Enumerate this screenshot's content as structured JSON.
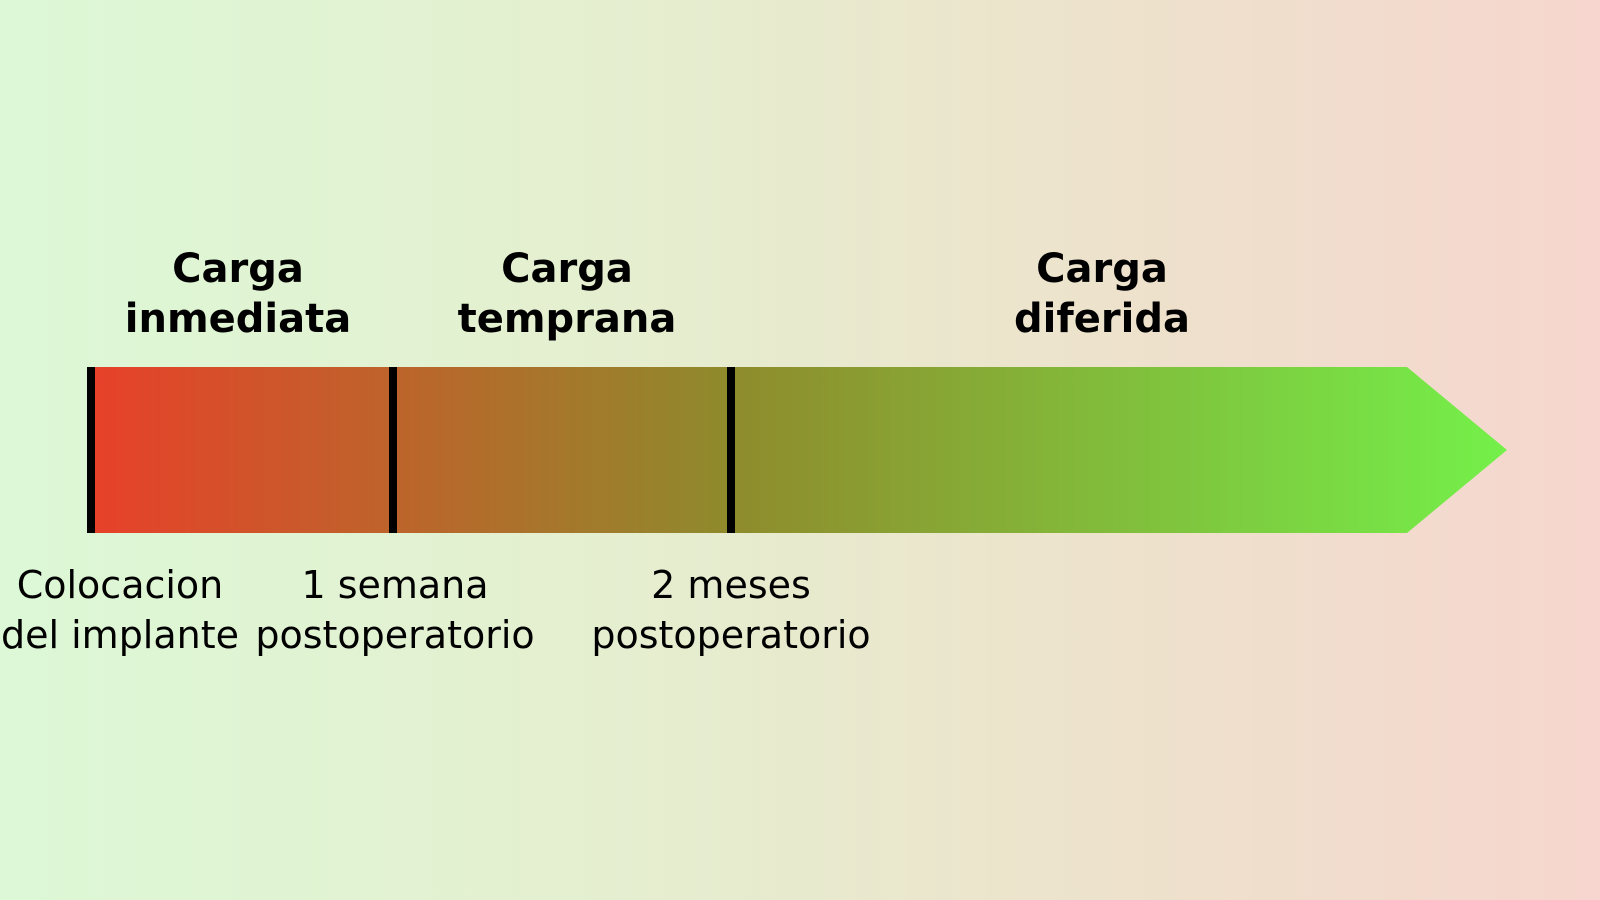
{
  "phases": [
    {
      "line1": "Carga",
      "line2": "inmediata"
    },
    {
      "line1": "Carga",
      "line2": "temprana"
    },
    {
      "line1": "Carga",
      "line2": "diferida"
    }
  ],
  "milestones": [
    {
      "line1": "Colocacion",
      "line2": "del implante"
    },
    {
      "line1": "1 semana",
      "line2": "postoperatorio"
    },
    {
      "line1": "2 meses",
      "line2": "postoperatorio"
    }
  ],
  "colors": {
    "start": "#e8402a",
    "middle": "#8f8a2c",
    "end": "#74f04a",
    "divider": "#000000"
  }
}
